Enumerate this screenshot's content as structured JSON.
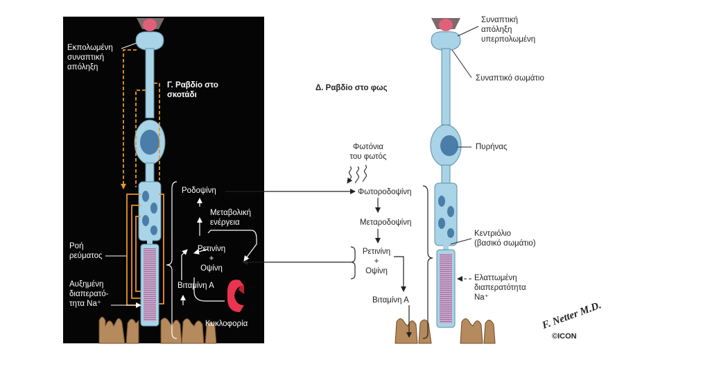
{
  "left_panel": {
    "title": "Γ. Ραβδίο στο\nσκοτάδι",
    "label_synaptic": "Εκπολωμένη\nσυναπτική\nαπόληξη",
    "label_current": "Ροή\nρεύματος",
    "label_permeability": "Αυξημένη\nδιαπερατό-\nτητα Na⁺",
    "label_rhodopsin": "Ροδοψίνη",
    "label_metabolic": "Μεταβολική\nενέργεια",
    "label_retinene": "Ρετινίνη\n+\nΟψίνη",
    "label_vitamin": "Βιταμίνη Α",
    "label_circulation": "Κυκλοφορία"
  },
  "right_panel": {
    "title": "Δ. Ραβδίο στο φως",
    "label_synaptic": "Συναπτική\nαπόληξη\nυπερπολωμένη",
    "label_synaptic_body": "Συναπτικό σωμάτιο",
    "label_nucleus": "Πυρήνας",
    "label_centriole": "Κεντριόλιο\n(βασικό σωμάτιο)",
    "label_permeability": "Ελαττωμένη\nδιαπερατότητα\nNa⁺",
    "label_photons": "Φωτόνια\nτου φωτός",
    "label_photorhodopsin": "Φωτοροδοψίνη",
    "label_metarhodopsin": "Μεταροδοψίνη",
    "label_retinene": "Ρετινίνη\n+\nΟψίνη",
    "label_vitamin": "Βιταμίνη Α"
  },
  "signature": "F. Netter M.D.",
  "logo": "©ICON"
}
